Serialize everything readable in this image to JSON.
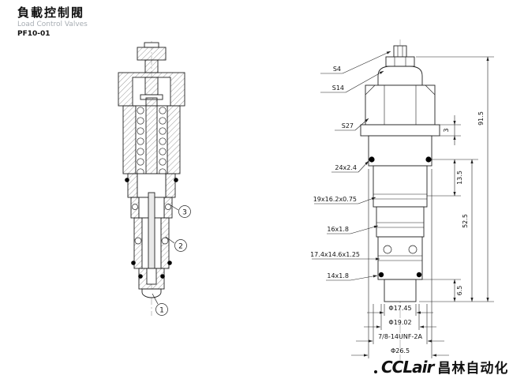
{
  "header": {
    "title_zh": "負載控制閥",
    "title_en": "Load Control Valves",
    "model": "PF10-01"
  },
  "section_view": {
    "callout_1": "1",
    "callout_2": "2",
    "callout_3": "3"
  },
  "outline_view": {
    "wrench_labels": {
      "s4": "S4",
      "s14": "S14",
      "s27": "S27"
    },
    "seal_labels": {
      "oring_24": "24x2.4",
      "backup_19": "19x16.2x0.75",
      "oring_16": "16x1.8",
      "backup_17": "17.4x14.6x1.25",
      "oring_14": "14x1.8"
    },
    "diameter_dims": {
      "d17_45": "Φ17.45",
      "d19_02": "Φ19.02",
      "thread": "7/8-14UNF-2A",
      "d26_5": "Φ26.5"
    },
    "height_dims": {
      "flange": "3",
      "overall": "91.5",
      "upper": "13.5",
      "insert": "52.5",
      "nose": "6.5"
    }
  },
  "logo": {
    "brand": "CCLair",
    "company": "昌林自动化"
  }
}
